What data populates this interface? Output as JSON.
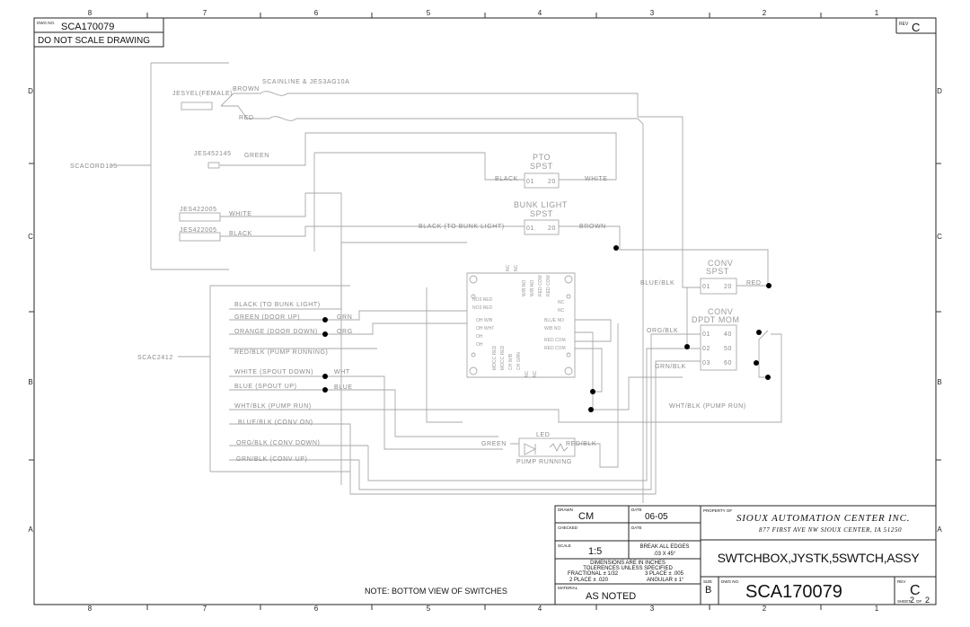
{
  "border": {
    "columns_top": [
      "8",
      "7",
      "6",
      "5",
      "4",
      "3",
      "2",
      "1"
    ],
    "columns_bottom": [
      "8",
      "7",
      "6",
      "5",
      "4",
      "3",
      "2",
      "1"
    ],
    "rows_left": [
      "D",
      "C",
      "B",
      "A"
    ],
    "rows_right": [
      "D",
      "C",
      "B",
      "A"
    ]
  },
  "corner_box": {
    "dwg_no_caption": "DWG NO.",
    "dwg_no": "SCA170079",
    "note": "DO NOT SCALE DRAWING",
    "rev_caption": "REV",
    "rev": "C"
  },
  "labels": {
    "scainline": "SCAINLINE & JES3AG10A",
    "jesyel": "JESYEL(FEMALE)",
    "brown1": "BROWN",
    "red1": "RED",
    "jes452": "JES452145",
    "green1": "GREEN",
    "scacord": "SCACORD185",
    "jes422a": "JES422005",
    "white1": "WHITE",
    "jes422b": "JES422005",
    "black1": "BLACK",
    "pto_title": "PTO",
    "pto_type": "SPST",
    "pto_black": "BLACK",
    "pto_white": "WHITE",
    "pto_p1": "01",
    "pto_p2": "20",
    "bunk_title": "BUNK LIGHT",
    "bunk_type": "SPST",
    "bunk_in": "BLACK (TO BUNK LIGHT)",
    "bunk_out": "BROWN",
    "bunk_p1": "01",
    "bunk_p2": "20",
    "conv1_title": "CONV",
    "conv1_type": "SPST",
    "conv1_in": "BLUE/BLK",
    "conv1_out": "RED",
    "conv1_p1": "01",
    "conv1_p2": "20",
    "conv2_title": "CONV",
    "conv2_type": "DPDT MOM",
    "conv2_p": [
      "01",
      "02",
      "03",
      "40",
      "50",
      "60"
    ],
    "conv2_org": "ORG/BLK",
    "conv2_grn": "GRN/BLK",
    "scac2412": "SCAC2412",
    "wires": [
      "BLACK (TO BUNK LIGHT)",
      "GREEN (DOOR UP)",
      "ORANGE (DOOR DOWN)",
      "RED/BLK (PUMP RUNNING)",
      "WHITE (SPOUT DOWN)",
      "BLUE (SPOUT UP)",
      "WHT/BLK (PUMP RUN)",
      "BLUE/BLK (CONV ON)",
      "ORG/BLK (CONV DOWN)",
      "GRN/BLK (CONV UP)"
    ],
    "grn": "GRN",
    "org": "ORG",
    "wht": "WHT",
    "blue": "BLUE",
    "whtblk_right": "WHT/BLK (PUMP RUN)",
    "led_title": "LED",
    "led_green": "GREEN",
    "led_redblk": "RED/BLK",
    "led_caption": "PUMP RUNNING",
    "board": {
      "top": [
        "NC",
        "NC",
        "W/B NO",
        "W/B NO",
        "RED COM",
        "RED COM"
      ],
      "left": [
        "NO3 RED",
        "NO3 RED",
        "OH W/B",
        "OH WHT",
        "OH",
        "OH"
      ],
      "right": [
        "NC",
        "NC",
        "BLUE NO",
        "W/B NO",
        "RED COM",
        "RED COM"
      ],
      "bottom": [
        "MOCC RED",
        "MOCC RED",
        "CH W/B",
        "CH GRN",
        "NC",
        "NC"
      ]
    }
  },
  "note": "NOTE: BOTTOM VIEW OF SWITCHES",
  "title_block": {
    "drawn_caption": "DRAWN",
    "drawn": "CM",
    "date_caption": "DATE",
    "date": "06-05",
    "checked_caption": "CHECKED",
    "date2_caption": "DATE",
    "scale_caption": "SCALE",
    "scale": "1:5",
    "break_edges": "BREAK ALL EDGES",
    "break_dim": ".03 X 45°",
    "dims_line1": "DIMENSIONS ARE IN INCHES",
    "dims_line2": "TOLERENCES UNLESS SPECIFIED",
    "frac": "FRACTIONAL ± 1/32",
    "place3": "3 PLACE ± .005",
    "place2": "2 PLACE ± .020",
    "angular": "ANGULAR ± 1°",
    "material_caption": "MATERIAL",
    "material": "AS NOTED",
    "property_caption": "PROPERTY OF",
    "company": "SIOUX AUTOMATION CENTER INC.",
    "address": "877 FIRST AVE NW  SIOUX CENTER, IA  51250",
    "title": "SWTCHBOX,JYSTK,5SWTCH,ASSY",
    "size_caption": "SIZE",
    "size": "B",
    "dwg_caption": "DWG NO.",
    "dwg": "SCA170079",
    "rev_caption": "REV",
    "rev": "C",
    "sheet_caption": "SHEET",
    "sheet": "2",
    "of_caption": "OF",
    "of": "2"
  }
}
